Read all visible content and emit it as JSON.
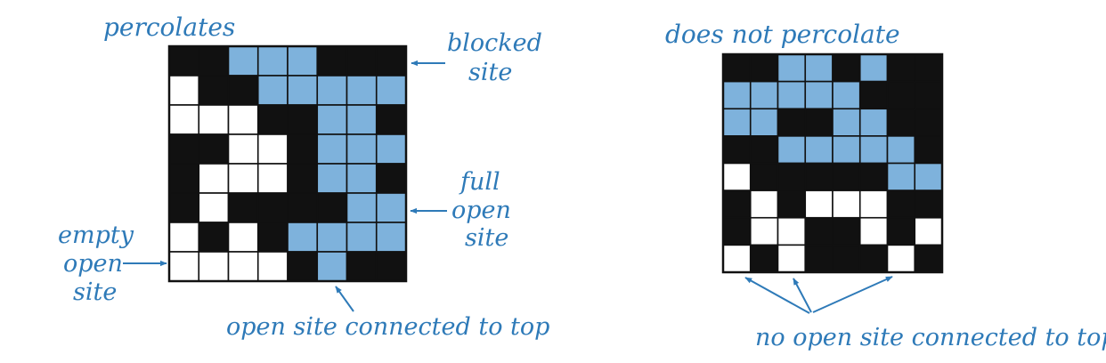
{
  "colors": {
    "blocked": "#111111",
    "empty": "#ffffff",
    "full": "#7eb2dc",
    "label": "#2e7ab8",
    "arrow": "#2e7ab8"
  },
  "legend_key": {
    "B": "blocked site",
    "E": "empty open site",
    "F": "full open site"
  },
  "grids": [
    {
      "title": "percolates",
      "rows": [
        "BBFFFBBB",
        "EBBFFFFF",
        "EEEBBFFB",
        "BBEEBFFF",
        "BEEEBFFB",
        "BEBBBBFF",
        "EBEBFFFF",
        "EEEEBFBB"
      ],
      "annotations": {
        "blocked": [
          "blocked",
          "site"
        ],
        "full": [
          "full",
          "open",
          "site"
        ],
        "empty": [
          "empty",
          "open",
          "site"
        ],
        "connected": [
          "open site connected to top"
        ]
      }
    },
    {
      "title": "does not percolate",
      "rows": [
        "BBFFBFBB",
        "FFFFFBBB",
        "FFBBFFBB",
        "BBFFFFFB",
        "EBBBBBFF",
        "BEBEEEBB",
        "BEEBBEBE",
        "EBEBBBEB"
      ],
      "annotations": {
        "none": [
          "no open site connected to top"
        ]
      }
    }
  ]
}
